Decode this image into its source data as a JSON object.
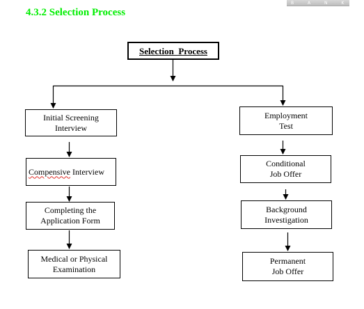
{
  "corner_strip": {
    "letters": "B A N K"
  },
  "heading": "4.3.2 Selection Process",
  "colors": {
    "heading": "#00ee00",
    "stroke": "#000000",
    "spellcheck": "#e0302a"
  },
  "diagram": {
    "title": "Selection  Process",
    "left_column": [
      {
        "text": "Initial Screening\nInterview"
      },
      {
        "text_flagged": "Compensive",
        "text_rest": " Interview"
      },
      {
        "text": "Completing the\nApplication Form"
      },
      {
        "text": "Medical or Physical\nExamination"
      }
    ],
    "right_column": [
      {
        "text": "Employment\nTest"
      },
      {
        "text": "Conditional\nJob Offer"
      },
      {
        "text": "Background\nInvestigation"
      },
      {
        "text": "Permanent\nJob Offer"
      }
    ]
  }
}
